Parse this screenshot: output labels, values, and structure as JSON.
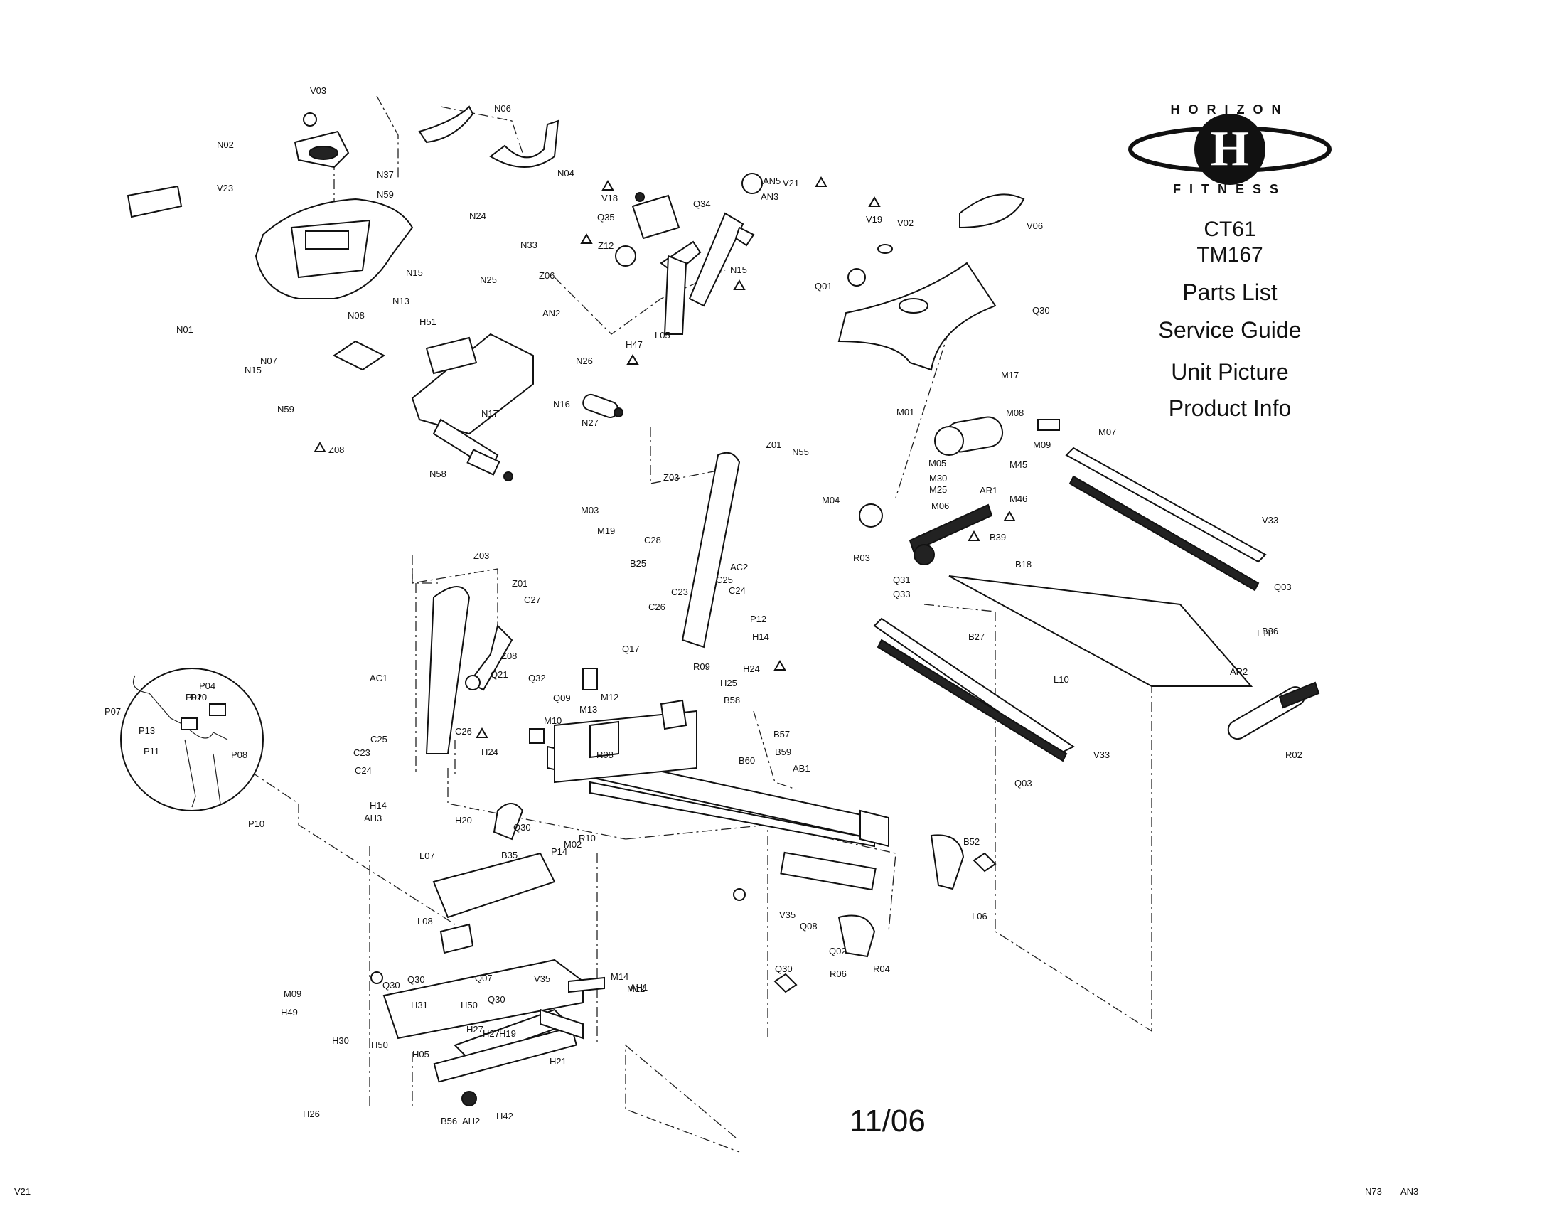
{
  "brand": {
    "logo_top": "HORIZON",
    "logo_bottom": "FITNESS",
    "logo_mark": "H"
  },
  "models": [
    "CT61",
    "TM167"
  ],
  "menu": [
    "Parts List",
    "Service Guide",
    "Unit Picture",
    "Product Info"
  ],
  "date": "11/06",
  "labels": [
    "V03",
    "N06",
    "N02",
    "N37",
    "N59",
    "N04",
    "V23",
    "V18",
    "V21",
    "AN3",
    "Q34",
    "Q35",
    "Z12",
    "N24",
    "N33",
    "N25",
    "N15",
    "N13",
    "N01",
    "N08",
    "N07",
    "N59",
    "N15",
    "AN2",
    "N26",
    "N17",
    "N16",
    "N27",
    "Z08",
    "N58",
    "V19",
    "V02",
    "V06",
    "Q01",
    "Q30",
    "M17",
    "M01",
    "M08",
    "M07",
    "M09",
    "M05",
    "M30",
    "M25",
    "M45",
    "M06",
    "M46",
    "AR1",
    "M04",
    "B39",
    "B18",
    "V33",
    "R03",
    "Q31",
    "Q33",
    "Q03",
    "L11",
    "B36",
    "B27",
    "L10",
    "AR2",
    "R02",
    "V33",
    "Q03",
    "Z01",
    "N55",
    "Z03",
    "M03",
    "M19",
    "C28",
    "AC2",
    "B25",
    "C25",
    "C24",
    "C23",
    "P12",
    "C26",
    "H14",
    "Z03",
    "Z01",
    "C27",
    "Z08",
    "Q21",
    "Q17",
    "R09",
    "H24",
    "H25",
    "Q32",
    "Q09",
    "M12",
    "B58",
    "M13",
    "M10",
    "B57",
    "B59",
    "R08",
    "B60",
    "AB1",
    "AC1",
    "C25",
    "C23",
    "C24",
    "C26",
    "H24",
    "P04",
    "P10",
    "P02",
    "P07",
    "P13",
    "P11",
    "P08",
    "P10",
    "H14",
    "AH3",
    "H20",
    "R10",
    "Q30",
    "M02",
    "B35",
    "P14",
    "B52",
    "L06",
    "L07",
    "L08",
    "V35",
    "Q08",
    "Q02",
    "Q30",
    "R06",
    "R04",
    "Q30",
    "Q30",
    "Q07",
    "V35",
    "Q30",
    "AH1",
    "M14",
    "M12",
    "M09",
    "H49",
    "H30",
    "H31",
    "H50",
    "H50",
    "H05",
    "H27",
    "H27",
    "H19",
    "H21",
    "H26",
    "B56",
    "AH2",
    "H42",
    "H51",
    "H47",
    "L05",
    "N15",
    "Z06",
    "AN5",
    "N73",
    "AN3",
    "V21"
  ],
  "icons": {
    "warning": "warning-triangle-icon",
    "logo": "horizon-fitness-logo"
  }
}
